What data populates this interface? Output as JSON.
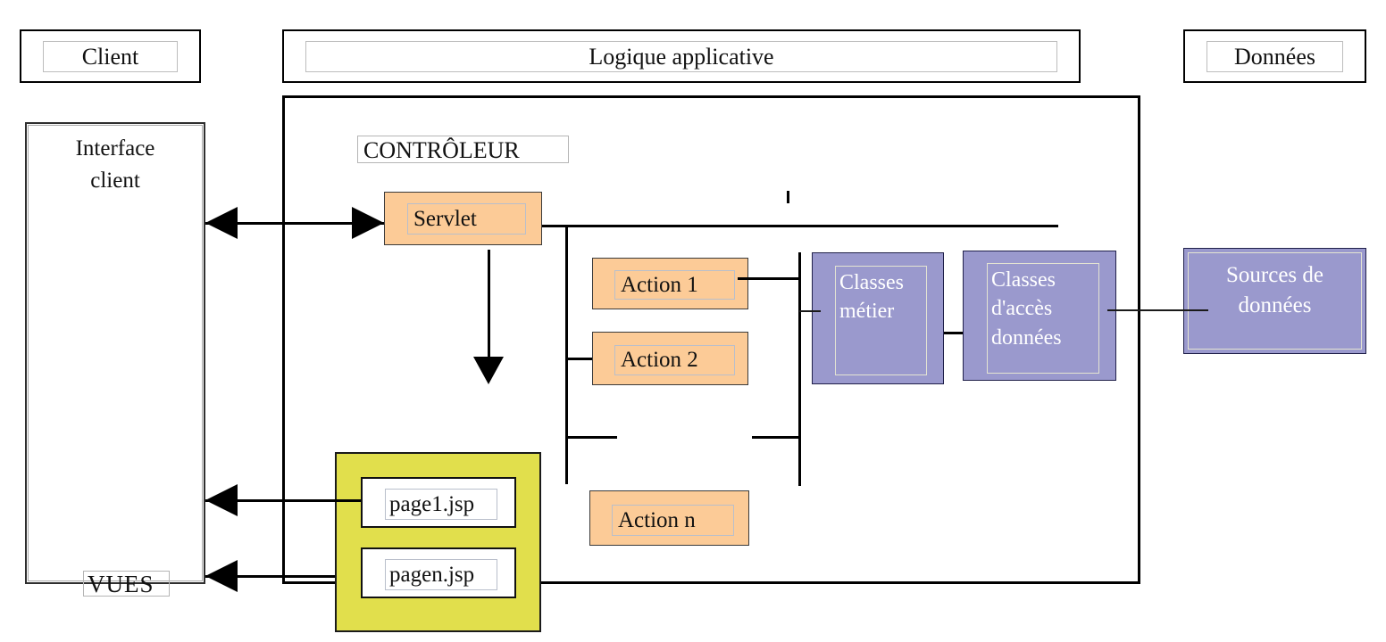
{
  "lanes": {
    "client": "Client",
    "logique": "Logique applicative",
    "donnees": "Données"
  },
  "nodes": {
    "interface_client": "Interface client",
    "controleur": "CONTRÔLEUR",
    "servlet": "Servlet",
    "action1": "Action 1",
    "action2": "Action 2",
    "action_n": "Action n",
    "classes_metier": "Classes métier",
    "classes_acces": "Classes d'accès données",
    "sources_donnees": "Sources de données",
    "page1_jsp": "page1.jsp",
    "pagen_jsp": "pagen.jsp",
    "vues": "VUES"
  },
  "colors": {
    "orange_fill": "#FCCB97",
    "purple_fill": "#9A99CD",
    "green_fill": "#E1DF4C",
    "line": "#000000",
    "purple_text": "#FFFFFF",
    "inner_border_gray": "#B9BFCB",
    "inner_border_cream": "#E4E4D2"
  }
}
